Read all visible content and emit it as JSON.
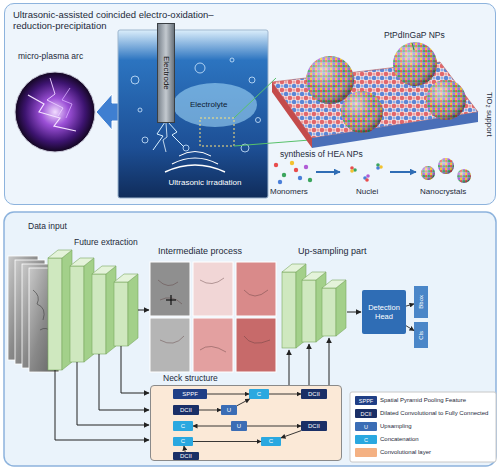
{
  "diagram": {
    "nodes": [
      {
        "text": [
          "Ultrasonic-assisted coincided electro-oxidation–reduction-precipitation"
        ]
      },
      {
        "text": [
          "Electrode"
        ],
        "in": 0
      },
      {
        "text": [
          "Detection Head"
        ]
      },
      {
        "text": [
          "Bbox"
        ]
      },
      {
        "text": [
          "Cls"
        ]
      },
      {
        "text": [
          "Neck structure"
        ]
      },
      {
        "text": [
          "SPPF"
        ],
        "in": 5
      },
      {
        "text": [
          "C"
        ],
        "in": 5
      },
      {
        "text": [
          "DCII"
        ],
        "in": 5
      },
      {
        "text": [
          "DCII"
        ],
        "in": 5
      },
      {
        "text": [
          "U"
        ],
        "in": 5
      },
      {
        "text": [
          "C"
        ],
        "in": 5
      },
      {
        "text": [
          "U"
        ],
        "in": 5
      },
      {
        "text": [
          "DCII"
        ],
        "in": 5
      },
      {
        "text": [
          "C"
        ],
        "in": 5
      },
      {
        "text": [
          "C"
        ],
        "in": 5
      },
      {
        "text": [
          "DCII"
        ],
        "in": 5
      }
    ],
    "edges": [
      {
        "from": 2,
        "to": 3,
        "arrow": "to"
      },
      {
        "from": 2,
        "to": 4,
        "arrow": "to"
      },
      {
        "from": 6,
        "to": 7,
        "arrow": "to"
      },
      {
        "from": 7,
        "to": 8,
        "arrow": "to"
      },
      {
        "from": 9,
        "to": 10,
        "arrow": "to"
      },
      {
        "from": 10,
        "to": 7,
        "arrow": "to"
      },
      {
        "from": 12,
        "to": 11,
        "arrow": "to"
      },
      {
        "from": 12,
        "to": 13,
        "arrow": "to"
      },
      {
        "from": 13,
        "to": 15,
        "arrow": "to"
      },
      {
        "from": 14,
        "to": 15,
        "arrow": "to"
      },
      {
        "from": 16,
        "to": 14,
        "arrow": "to"
      }
    ],
    "labels": [
      "micro-plasma arc",
      "Electrolyte",
      "Ultrasonic irradiation",
      "PtPdInGaP NPs",
      "TiO₂ support",
      "synthesis of HEA NPs",
      "Monomers",
      "Nuclei",
      "Nanocrystals",
      "Data input",
      "Future extraction",
      "Intermediate process",
      "Up-sampling part",
      "SPPF",
      "DCII",
      "U",
      "C"
    ],
    "legend": [
      {
        "text": "Spatial Pyramid Pooling Feature",
        "color": "#203f86"
      },
      {
        "text": "Dilated Convolutional to Fully Connected",
        "color": "#1a2f66"
      },
      {
        "text": "Upsampling",
        "color": "#3b6db5"
      },
      {
        "text": "Concatenation",
        "color": "#2aa8e0"
      },
      {
        "text": "Convolutional layer",
        "color": "#f4b183"
      }
    ]
  }
}
